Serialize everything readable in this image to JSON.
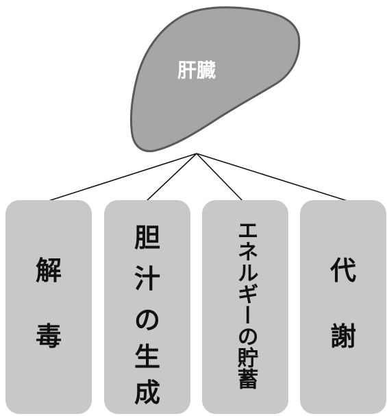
{
  "liver": {
    "label": "肝臓"
  },
  "functions": [
    {
      "chars": [
        "解",
        "毒"
      ]
    },
    {
      "chars": [
        "胆",
        "汁",
        "の",
        "生",
        "成"
      ]
    },
    {
      "text": "エネルギーの貯蓄"
    },
    {
      "chars": [
        "代",
        "謝"
      ]
    }
  ],
  "colors": {
    "liver_fill": "#a6a6a6",
    "liver_stroke": "#5a5a5a",
    "card_fill": "#c8c8c8",
    "text": "#111111"
  }
}
